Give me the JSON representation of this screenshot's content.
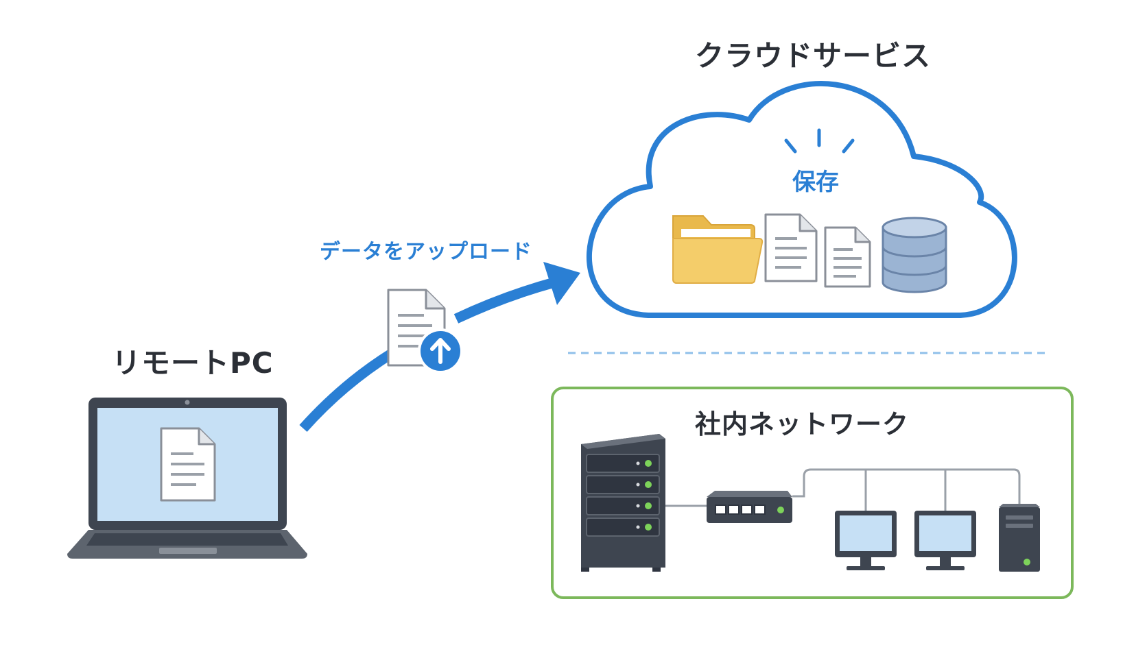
{
  "labels": {
    "remote_pc": "リモートPC",
    "cloud_title": "クラウドサービス",
    "storage": "保存",
    "upload": "データをアップロード",
    "internal_network": "社内ネットワーク"
  },
  "colors": {
    "accent_blue": "#2a7fd4",
    "network_green": "#7cb85b",
    "device_dark": "#3e4550",
    "screen_blue": "#c6e0f5",
    "folder_yellow": "#f4cd6a",
    "database_blue": "#9bb4d3",
    "status_green": "#7dd35a"
  },
  "icons": [
    "laptop-icon",
    "document-icon",
    "upload-icon",
    "cloud-icon",
    "folder-icon",
    "database-icon",
    "server-rack-icon",
    "network-switch-icon",
    "monitor-icon",
    "tower-pc-icon"
  ]
}
